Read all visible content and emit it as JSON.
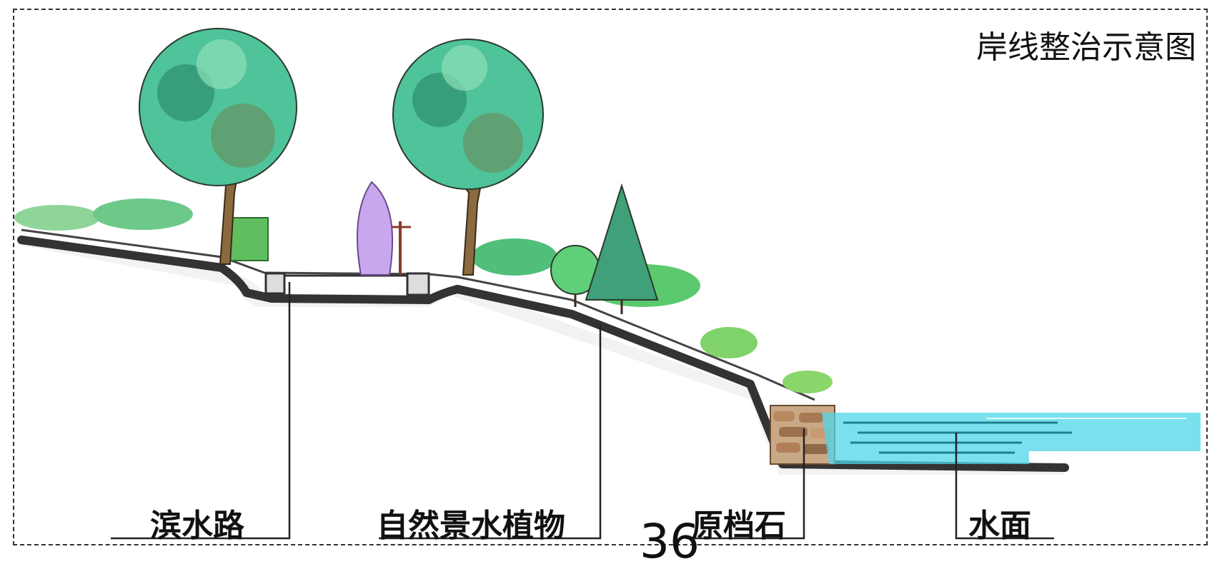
{
  "title": "岸线整治示意图",
  "labels": {
    "waterfront_road": "滨水路",
    "natural_plants": "自然景水植物",
    "retaining_stone": "原档石",
    "water_surface": "水面"
  },
  "page_number": "36"
}
